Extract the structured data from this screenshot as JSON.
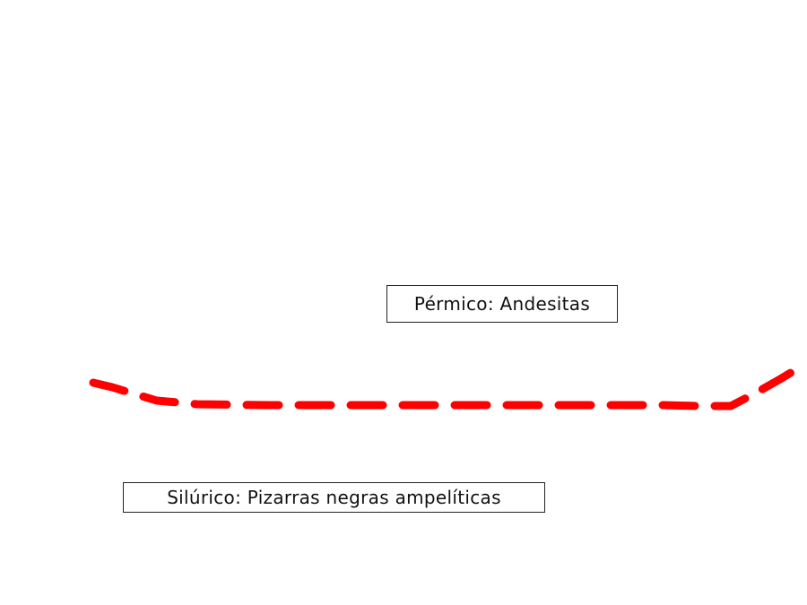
{
  "labels": {
    "upper_unit": "Pérmico: Andesitas",
    "lower_unit": "Silúrico: Pizarras negras ampelíticas"
  },
  "contact_line": {
    "style": "dashed",
    "color": "#ff0000"
  }
}
